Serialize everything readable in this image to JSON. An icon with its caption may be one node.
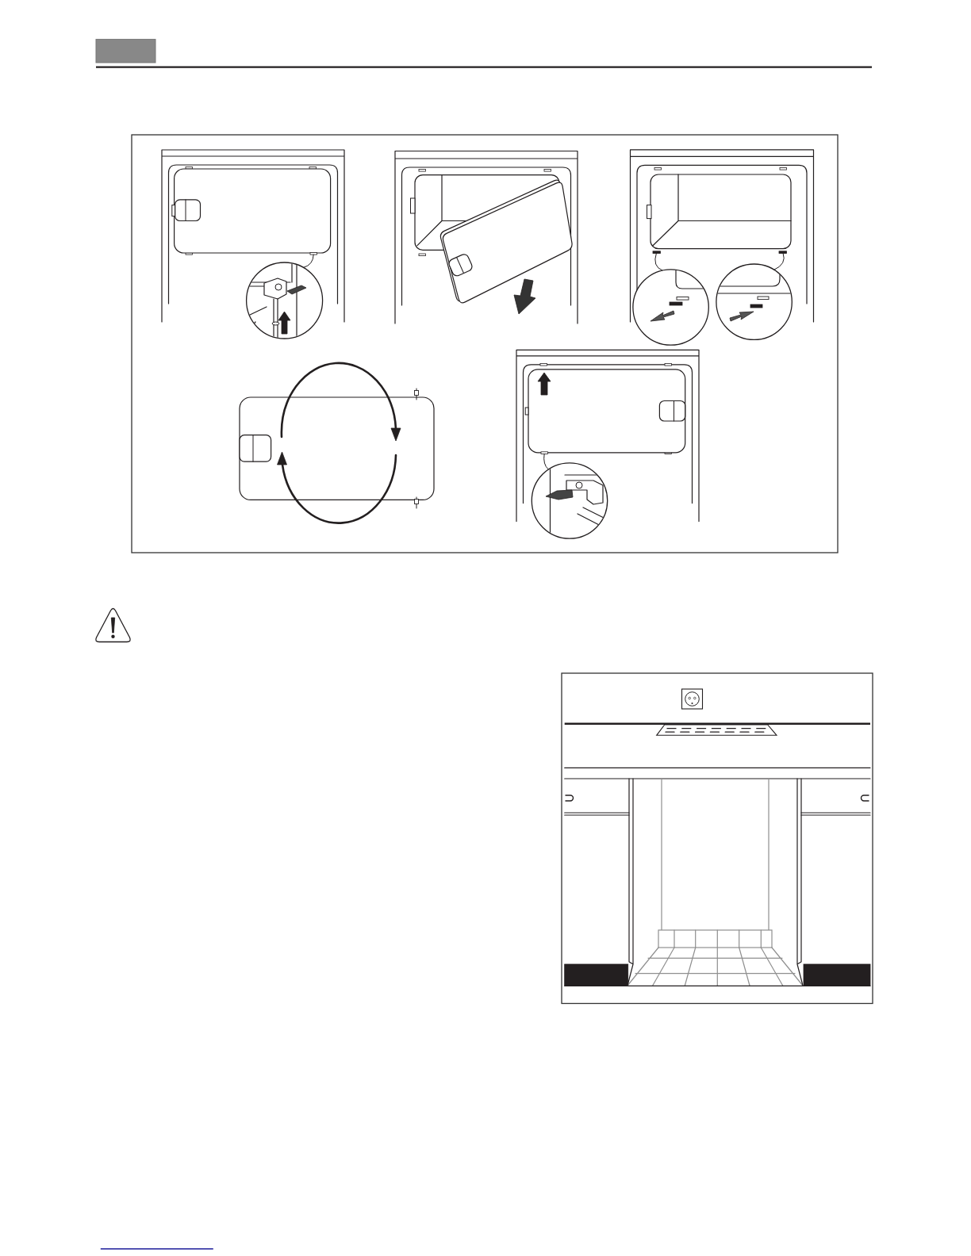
{
  "diagram": {
    "nodes": [
      {
        "text": [],
        "shape": "bar"
      },
      {
        "text": [],
        "shape": "bar"
      },
      {
        "text": [],
        "shape": "bar"
      },
      {
        "text": [],
        "shape": "circle"
      },
      {
        "text": [],
        "shape": "circle"
      },
      {
        "text": [],
        "shape": "circle"
      },
      {
        "text": [],
        "shape": "bar"
      },
      {
        "text": [],
        "shape": "circle"
      }
    ],
    "edges": [
      {
        "from": 3,
        "to": 0,
        "arrow": "none"
      },
      {
        "from": 4,
        "to": 1,
        "arrow": "none"
      },
      {
        "from": 5,
        "to": 2,
        "arrow": "none"
      },
      {
        "from": 7,
        "to": 6,
        "arrow": "none"
      }
    ]
  }
}
